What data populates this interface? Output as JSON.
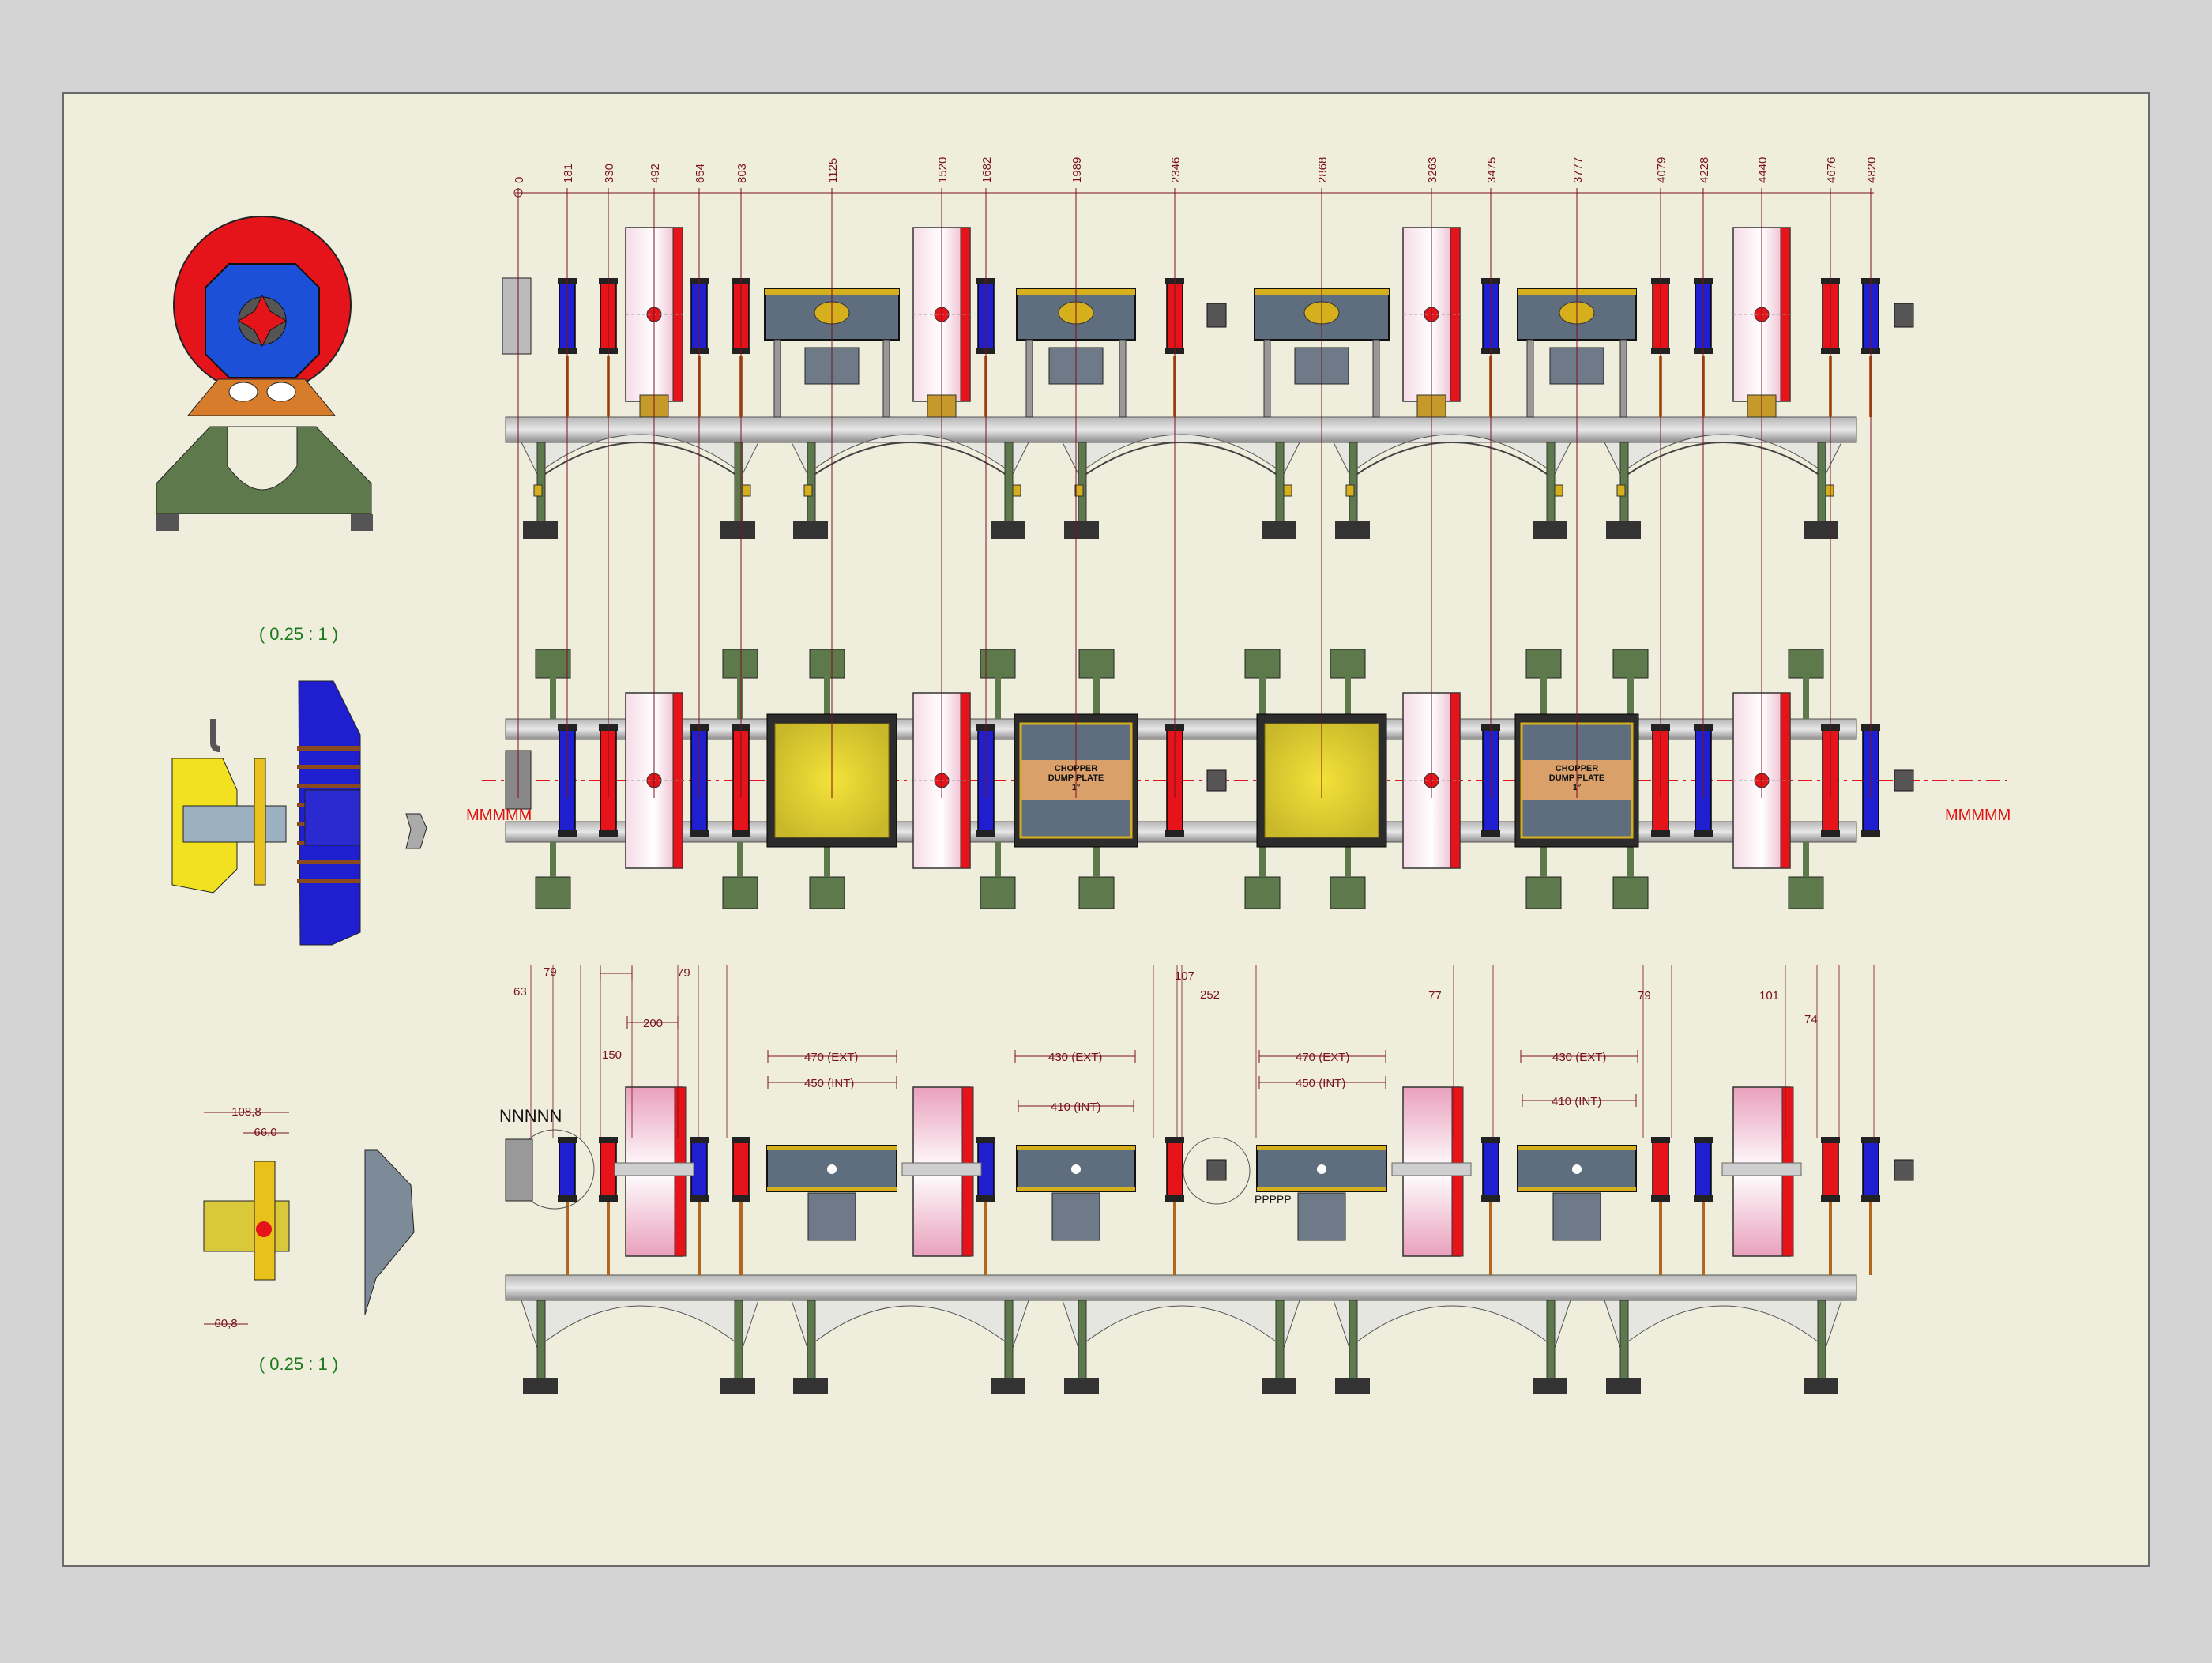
{
  "drawing": {
    "colors": {
      "background": "#d4d4d4",
      "sheet": "#efeedc",
      "magnet_red": "#e5141a",
      "magnet_blue": "#1f1fd0",
      "cavity_pink": "#f4c8d8",
      "chopper_gray": "#5f6e7e",
      "support_green": "#5e7a4c",
      "dimension_line": "#7a1020",
      "scale_text": "#1a7a1a"
    },
    "top_view": {
      "positions": [
        "0",
        "181",
        "330",
        "492",
        "654",
        "803",
        "1125",
        "1520",
        "1682",
        "1989",
        "2346",
        "2868",
        "3263",
        "3475",
        "3777",
        "4079",
        "4228",
        "4440",
        "4676",
        "4820"
      ],
      "beam_axis_left": "MMMMM",
      "beam_axis_right": "MMMMM"
    },
    "side_view": {
      "callout_label": "NNNNN",
      "callout_label_2": "PPPPP",
      "dims": {
        "d63": "63",
        "d79a": "79",
        "d150": "150",
        "d200": "200",
        "d79b": "79",
        "d470a": "470 (EXT)",
        "d450a": "450 (INT)",
        "d430a": "430 (EXT)",
        "d410a": "410 (INT)",
        "d107": "107",
        "d252": "252",
        "d470b": "470 (EXT)",
        "d450b": "450 (INT)",
        "d77": "77",
        "d430b": "430 (EXT)",
        "d410b": "410 (INT)",
        "d79c": "79",
        "d101": "101",
        "d74": "74"
      }
    },
    "chopper_label": [
      "CHOPPER",
      "DUMP PLATE",
      "1°"
    ],
    "detail": {
      "scale_top": "( 0.25 : 1 )",
      "scale_bottom": "( 0.25 : 1 )",
      "dim_108": "108,8",
      "dim_66": "66,0",
      "dim_60": "60,8"
    }
  }
}
